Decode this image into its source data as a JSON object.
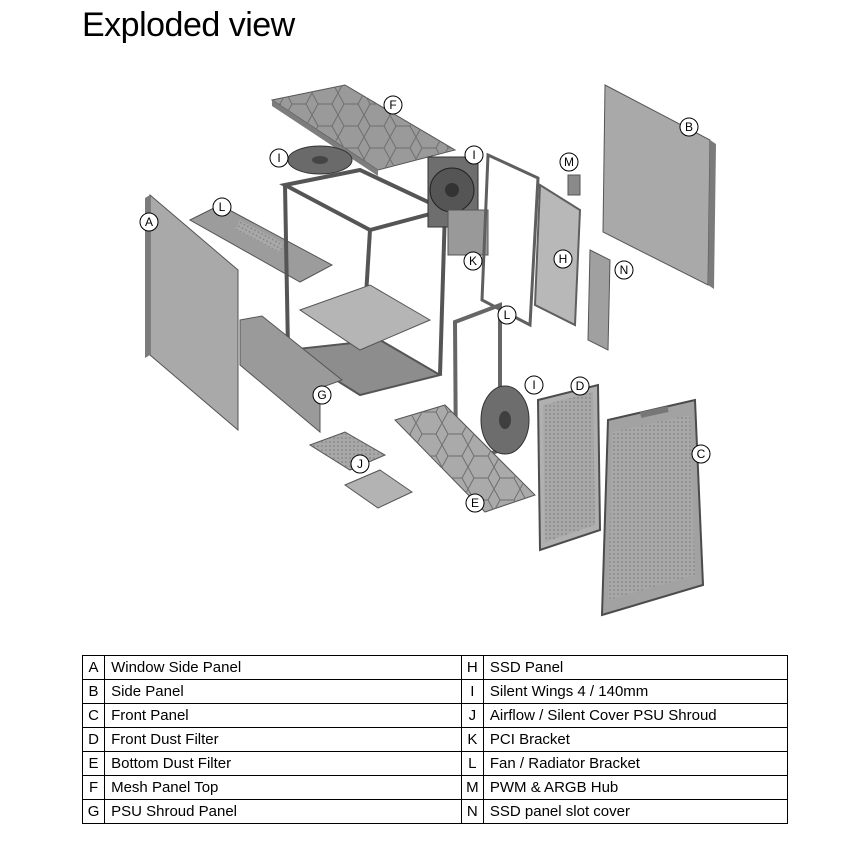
{
  "title": "Exploded view",
  "callouts": [
    "A",
    "B",
    "C",
    "D",
    "E",
    "F",
    "G",
    "H",
    "I",
    "J",
    "K",
    "L",
    "M",
    "N"
  ],
  "parts": [
    {
      "key": "A",
      "name": "Window Side Panel"
    },
    {
      "key": "B",
      "name": "Side Panel"
    },
    {
      "key": "C",
      "name": "Front Panel"
    },
    {
      "key": "D",
      "name": "Front Dust Filter"
    },
    {
      "key": "E",
      "name": "Bottom Dust Filter"
    },
    {
      "key": "F",
      "name": "Mesh Panel Top"
    },
    {
      "key": "G",
      "name": "PSU Shroud Panel"
    },
    {
      "key": "H",
      "name": "SSD Panel"
    },
    {
      "key": "I",
      "name": "Silent Wings 4 / 140mm"
    },
    {
      "key": "J",
      "name": "Airflow / Silent Cover PSU Shroud"
    },
    {
      "key": "K",
      "name": "PCI Bracket"
    },
    {
      "key": "L",
      "name": "Fan / Radiator Bracket"
    },
    {
      "key": "M",
      "name": "PWM & ARGB Hub"
    },
    {
      "key": "N",
      "name": "SSD panel slot cover"
    }
  ]
}
